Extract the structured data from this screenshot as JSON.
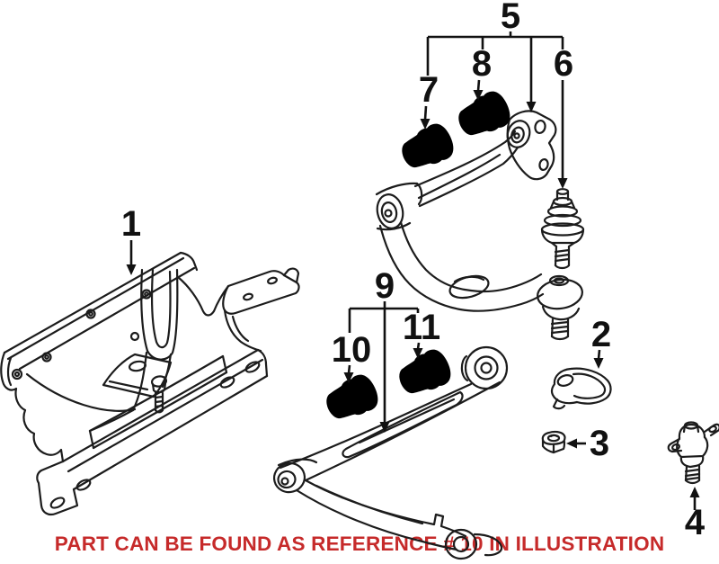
{
  "diagram": {
    "notice": {
      "text": "PART CAN BE FOUND AS REFERENCE # 10 IN ILLUSTRATION",
      "color": "#c62a2a"
    },
    "colors": {
      "background": "#ffffff",
      "line": "#1c1c1c",
      "label": "#111111"
    },
    "callouts": [
      {
        "label": "1"
      },
      {
        "label": "2"
      },
      {
        "label": "3"
      },
      {
        "label": "4"
      },
      {
        "label": "5"
      },
      {
        "label": "6"
      },
      {
        "label": "7"
      },
      {
        "label": "8"
      },
      {
        "label": "9"
      },
      {
        "label": "10"
      },
      {
        "label": "11"
      }
    ]
  }
}
